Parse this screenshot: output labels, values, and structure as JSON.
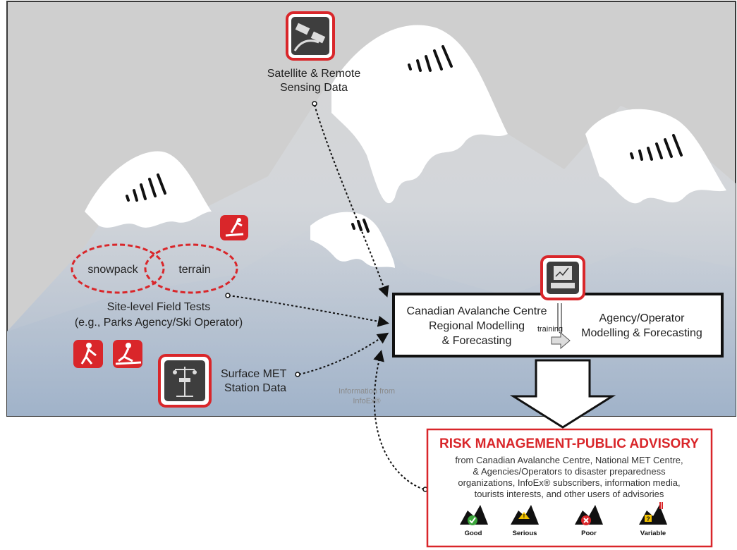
{
  "diagram": {
    "satellite_label": [
      "Satellite & Remote",
      "Sensing Data"
    ],
    "field_tests": {
      "ellipse_left": "snowpack",
      "ellipse_right": "terrain",
      "caption": [
        "Site-level Field Tests",
        "(e.g., Parks Agency/Ski Operator)"
      ]
    },
    "surface_met_label": [
      "Surface MET",
      "Station Data"
    ],
    "infoex_label": [
      "Information from",
      "InfoEx®"
    ],
    "centre_box": {
      "left": [
        "Canadian Avalanche Centre",
        "Regional Modelling",
        "& Forecasting"
      ],
      "training": "training",
      "right": [
        "Agency/Operator",
        "Modelling & Forecasting"
      ]
    },
    "advisory": {
      "title": "RISK MANAGEMENT-PUBLIC ADVISORY",
      "body": [
        "from Canadian Avalanche Centre, National MET Centre,",
        "& Agencies/Operators to disaster preparedness",
        "organizations, InfoEx® subscribers, information media,",
        "tourists interests, and other users of advisories"
      ],
      "ratings": [
        {
          "label": "Good",
          "color": "#3aa53a",
          "icon": "checkmark"
        },
        {
          "label": "Serious",
          "color": "#f2c200",
          "icon": "exclamation"
        },
        {
          "label": "Poor",
          "color": "#d9262a",
          "icon": "x"
        },
        {
          "label": "Variable",
          "color": "#f2c200",
          "icon": "question"
        }
      ]
    },
    "colors": {
      "accent_red": "#d9262a",
      "mountain_bg": "#d4d4d4",
      "icon_dark": "#3e3e3e"
    }
  }
}
